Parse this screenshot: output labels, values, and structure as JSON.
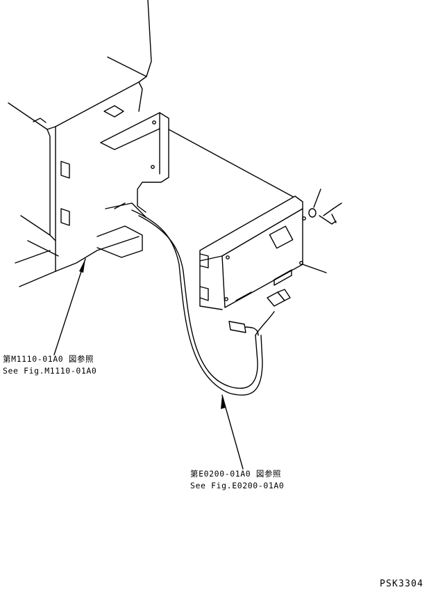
{
  "callouts": [
    {
      "jp": "第M1110-01A0 図参照",
      "en": "See Fig.M1110-01A0"
    },
    {
      "jp": "第E0200-01A0 図参照",
      "en": "See Fig.E0200-01A0"
    }
  ],
  "drawing_code": "PSK3304"
}
